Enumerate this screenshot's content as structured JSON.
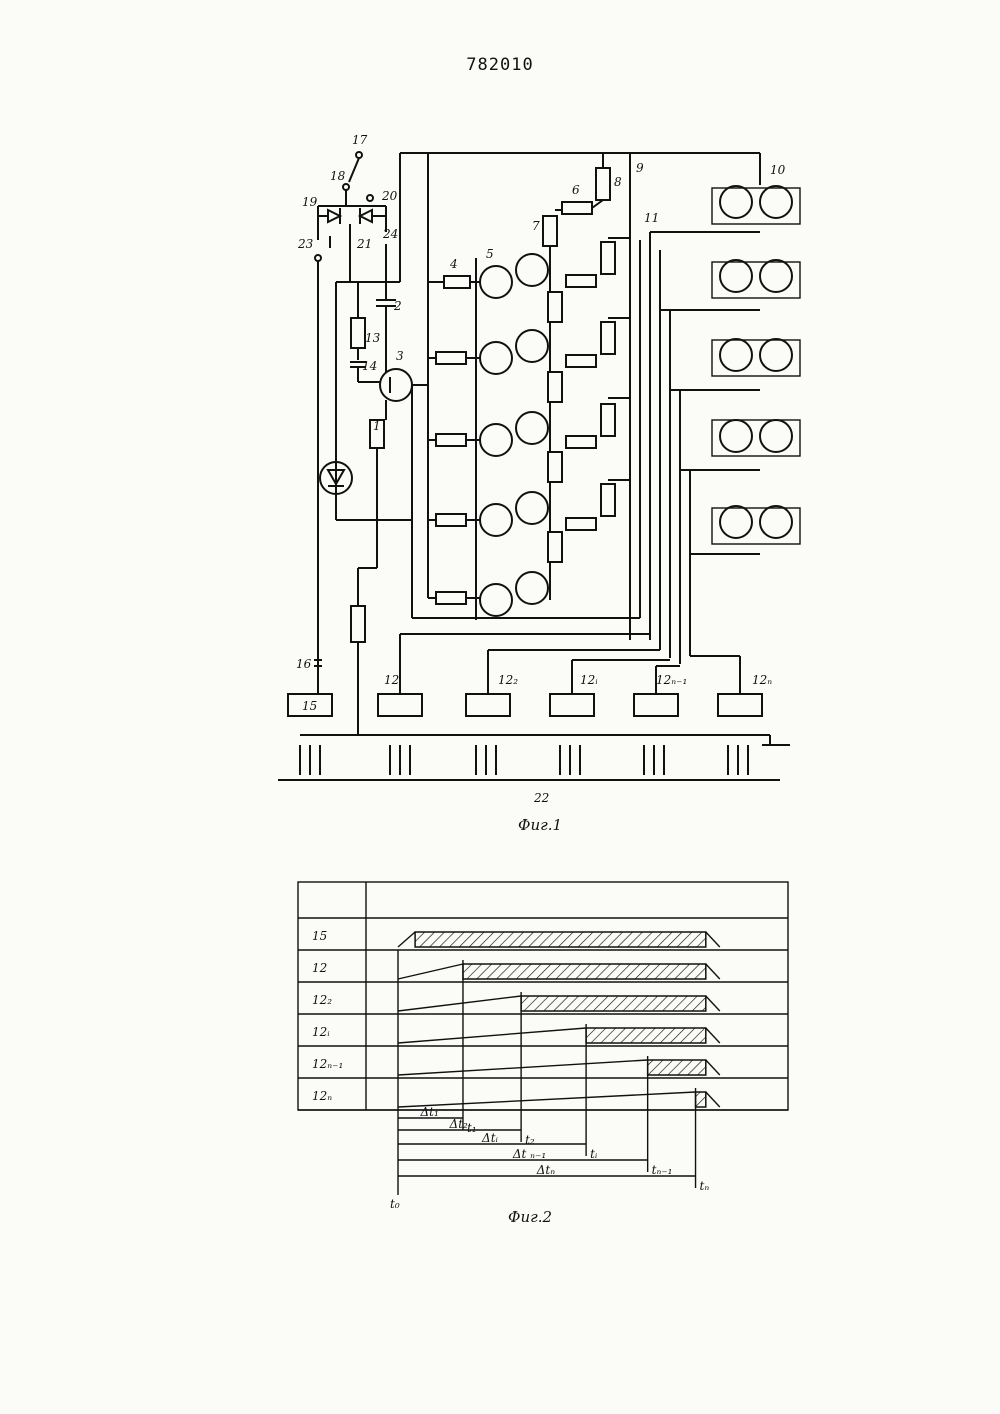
{
  "header": {
    "patent_number": "782010"
  },
  "figure1": {
    "caption": "Фиг.1",
    "labels": {
      "l1": "1",
      "l2": "2",
      "l3": "3",
      "l4": "4",
      "l5": "5",
      "l6": "6",
      "l7": "7",
      "l8": "8",
      "l9": "9",
      "l10": "10",
      "l11": "11",
      "l13": "13",
      "l14": "14",
      "l15": "15",
      "l16": "16",
      "l17": "17",
      "l18": "18",
      "l19": "19",
      "l20": "20",
      "l21": "21",
      "l22": "22",
      "l23": "23",
      "l24": "24"
    },
    "relays": [
      "12",
      "12₂",
      "12ᵢ",
      "12ₙ₋₁",
      "12ₙ"
    ]
  },
  "figure2": {
    "caption": "Фиг.2",
    "rows": [
      {
        "label": "15",
        "start": 0,
        "hatch_from": 0.05,
        "end": 0.9
      },
      {
        "label": "12",
        "start": 0,
        "hatch_from": 0.19,
        "end": 0.9
      },
      {
        "label": "12₂",
        "start": 0,
        "hatch_from": 0.36,
        "end": 0.9
      },
      {
        "label": "12ᵢ",
        "start": 0,
        "hatch_from": 0.55,
        "end": 0.9
      },
      {
        "label": "12ₙ₋₁",
        "start": 0,
        "hatch_from": 0.73,
        "end": 0.9
      },
      {
        "label": "12ₙ",
        "start": 0,
        "hatch_from": 0.87,
        "end": 0.9
      }
    ],
    "time_marks": [
      "t₀",
      "t₁",
      "t₂",
      "tᵢ",
      "tₙ₋₁",
      "tₙ"
    ],
    "intervals": [
      "Δt₁",
      "Δt₂",
      "Δtᵢ",
      "Δt ₙ₋₁",
      "Δtₙ"
    ]
  }
}
